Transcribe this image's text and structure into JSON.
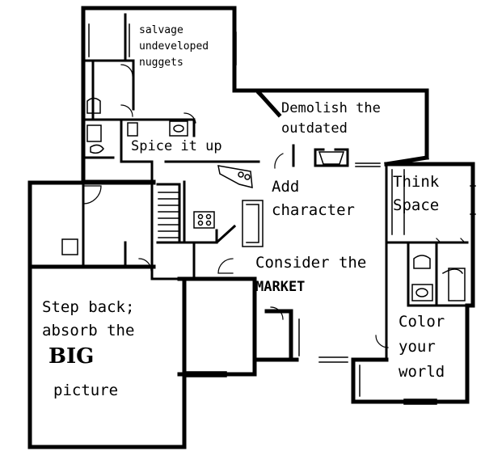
{
  "plan": {
    "line_color": "#000000",
    "background": "#ffffff",
    "labels": {
      "salvage_1": "salvage",
      "salvage_2": "undeveloped",
      "salvage_3": "nuggets",
      "demolish_1": "Demolish the",
      "demolish_2": "outdated",
      "spice": "Spice it up",
      "think_1": "Think",
      "think_2": "Space",
      "add_1": "Add",
      "add_2": "character",
      "consider_1": "Consider the",
      "consider_2": "MARKET",
      "step_1": "Step back;",
      "step_2": "absorb the",
      "step_3": "BIG",
      "step_4": "picture",
      "color_1": "Color",
      "color_2": "your",
      "color_3": "world"
    }
  }
}
